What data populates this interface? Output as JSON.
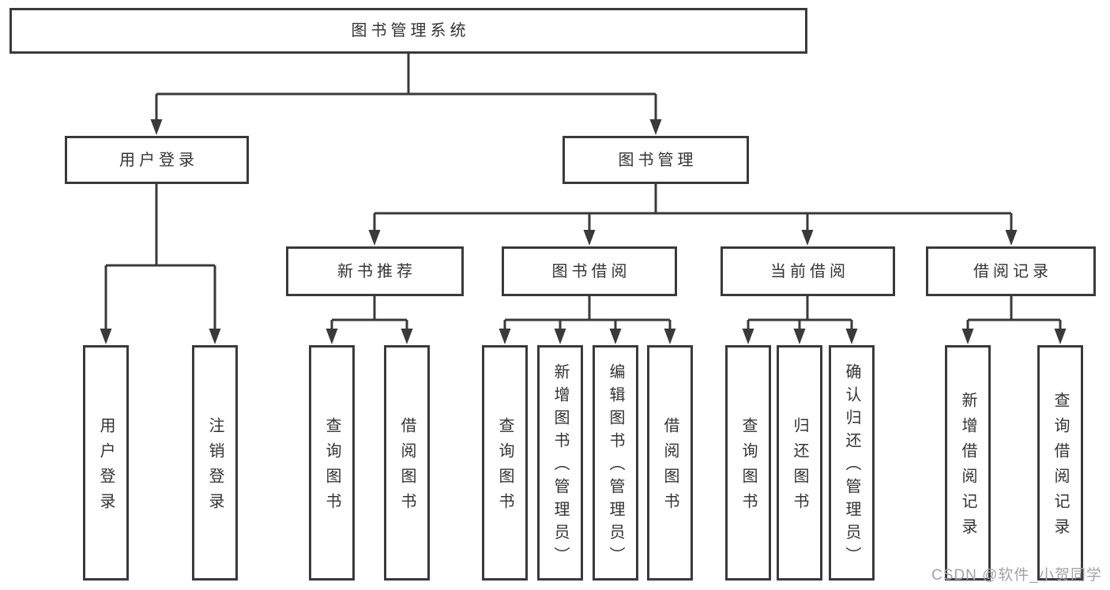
{
  "nodes": {
    "root": "图书管理系统",
    "level2": [
      "用户登录",
      "图书管理"
    ],
    "level3": [
      "新书推荐",
      "图书借阅",
      "当前借阅",
      "借阅记录"
    ],
    "leaves": [
      "用户登录",
      "注销登录",
      "查询图书",
      "借阅图书",
      "查询图书",
      "新增图书（管理员）",
      "编辑图书（管理员）",
      "借阅图书",
      "查询图书",
      "归还图书",
      "确认归还（管理员）",
      "新增借阅记录",
      "查询借阅记录"
    ]
  },
  "watermark": "CSDN @软件_小贺同学",
  "colors": {
    "line": "#3a3a3a",
    "text": "#333333",
    "background": "#ffffff",
    "watermark": "#a3a3a3"
  }
}
